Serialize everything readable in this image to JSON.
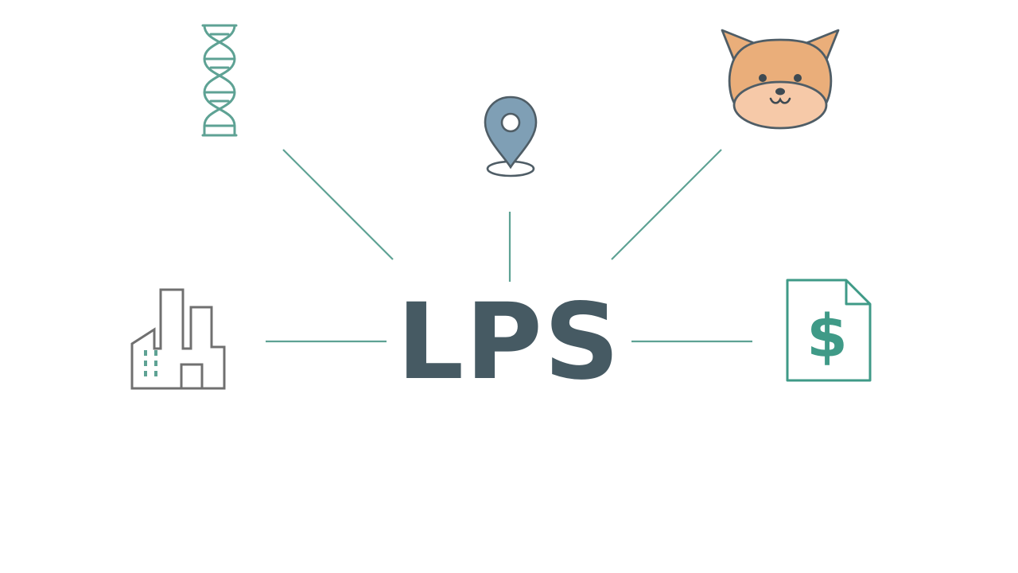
{
  "diagram": {
    "center_label": "LPS",
    "colors": {
      "center_text": "#465a63",
      "connector": "#5ea294",
      "dna": "#5ea294",
      "pin_fill": "#7f9fb5",
      "pin_stroke": "#4f5d66",
      "dog_fill": "#eaae7a",
      "dog_muzzle": "#f6c9a8",
      "dog_stroke": "#4f5d66",
      "factory_stroke": "#707070",
      "factory_windows": "#5ea294",
      "invoice": "#3f9a87"
    },
    "nodes": [
      {
        "id": "dna",
        "icon": "dna-icon"
      },
      {
        "id": "location",
        "icon": "location-pin-icon"
      },
      {
        "id": "animal",
        "icon": "dog-face-icon"
      },
      {
        "id": "industry",
        "icon": "factory-icon"
      },
      {
        "id": "finance",
        "icon": "invoice-dollar-icon"
      }
    ],
    "invoice_symbol": "$"
  }
}
